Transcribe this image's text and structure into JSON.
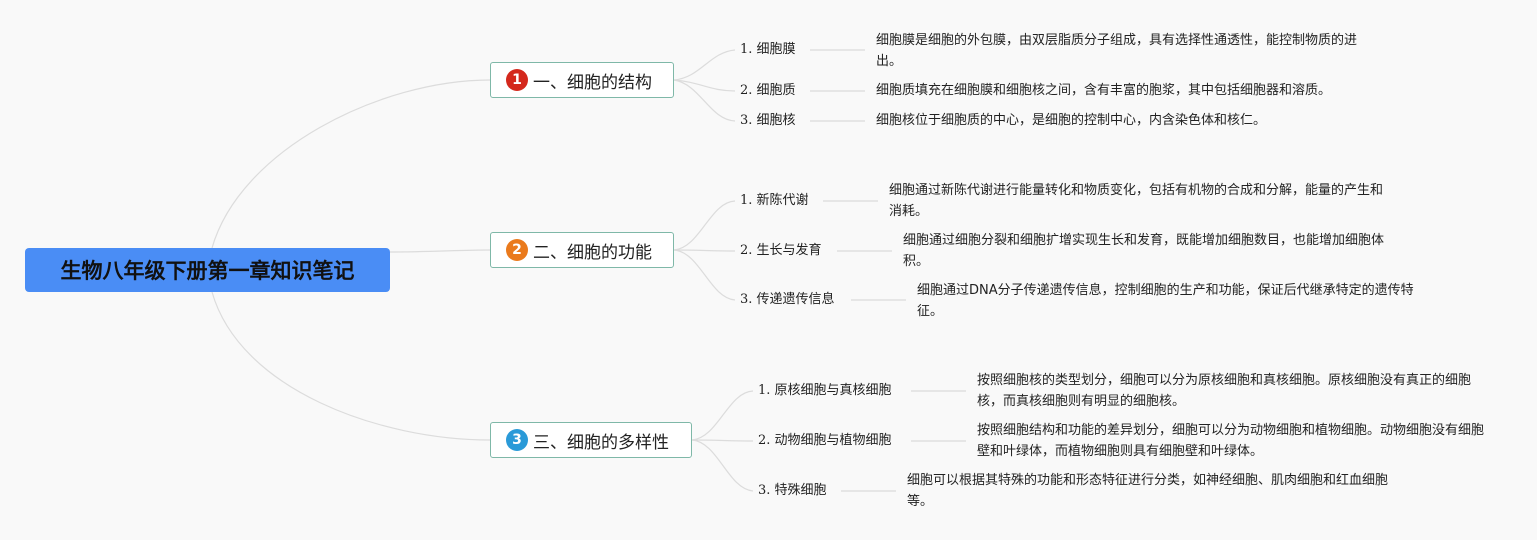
{
  "root": {
    "title": "生物八年级下册第一章知识笔记"
  },
  "branches": [
    {
      "number": "1",
      "badge_color": "#d4281c",
      "title": "一、细胞的结构",
      "items": [
        {
          "label": "1. 细胞膜",
          "desc": "细胞膜是细胞的外包膜，由双层脂质分子组成，具有选择性通透性，能控制物质的进出。"
        },
        {
          "label": "2. 细胞质",
          "desc": "细胞质填充在细胞膜和细胞核之间，含有丰富的胞浆，其中包括细胞器和溶质。"
        },
        {
          "label": "3. 细胞核",
          "desc": "细胞核位于细胞质的中心，是细胞的控制中心，内含染色体和核仁。"
        }
      ]
    },
    {
      "number": "2",
      "badge_color": "#ea7a1c",
      "title": "二、细胞的功能",
      "items": [
        {
          "label": "1. 新陈代谢",
          "desc": "细胞通过新陈代谢进行能量转化和物质变化，包括有机物的合成和分解，能量的产生和消耗。"
        },
        {
          "label": "2. 生长与发育",
          "desc": "细胞通过细胞分裂和细胞扩增实现生长和发育，既能增加细胞数目，也能增加细胞体积。"
        },
        {
          "label": "3. 传递遗传信息",
          "desc": "细胞通过DNA分子传递遗传信息，控制细胞的生产和功能，保证后代继承特定的遗传特征。"
        }
      ]
    },
    {
      "number": "3",
      "badge_color": "#2a9ad8",
      "title": "三、细胞的多样性",
      "items": [
        {
          "label": "1. 原核细胞与真核细胞",
          "desc": "按照细胞核的类型划分，细胞可以分为原核细胞和真核细胞。原核细胞没有真正的细胞核，而真核细胞则有明显的细胞核。"
        },
        {
          "label": "2. 动物细胞与植物细胞",
          "desc": "按照细胞结构和功能的差异划分，细胞可以分为动物细胞和植物细胞。动物细胞没有细胞壁和叶绿体，而植物细胞则具有细胞壁和叶绿体。"
        },
        {
          "label": "3. 特殊细胞",
          "desc": "细胞可以根据其特殊的功能和形态特征进行分类，如神经细胞、肌肉细胞和红血细胞等。"
        }
      ]
    }
  ]
}
